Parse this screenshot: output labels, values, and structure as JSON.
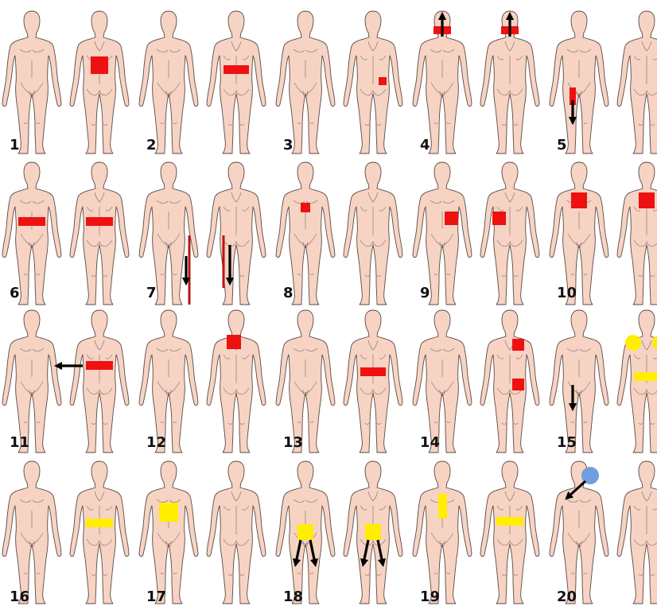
{
  "colors": {
    "skin": "#f6d3c3",
    "outline": "#5a4a45",
    "red": "#ee1111",
    "dark_red": "#b81414",
    "yellow": "#ffee00",
    "blue": "#6f9fe0",
    "arrow": "#000000"
  },
  "panels": [
    {
      "number": "1",
      "markers": [
        {
          "view": "back",
          "region": "mid-back",
          "shape": "square",
          "color": "red"
        }
      ]
    },
    {
      "number": "2",
      "markers": [
        {
          "view": "back",
          "region": "lower-back",
          "shape": "band",
          "color": "red"
        }
      ]
    },
    {
      "number": "3",
      "markers": [
        {
          "view": "back",
          "region": "right-buttock",
          "shape": "small-square",
          "color": "red"
        }
      ]
    },
    {
      "number": "4",
      "markers": [
        {
          "view": "front",
          "region": "neck",
          "shape": "band",
          "color": "red",
          "arrow": "up"
        },
        {
          "view": "back",
          "region": "neck",
          "shape": "band",
          "color": "red",
          "arrow": "up"
        }
      ]
    },
    {
      "number": "5",
      "markers": [
        {
          "view": "front",
          "region": "right-thigh",
          "shape": "strip",
          "color": "red",
          "arrow": "down"
        }
      ]
    },
    {
      "number": "6",
      "markers": [
        {
          "view": "front",
          "region": "waist",
          "shape": "band",
          "color": "red"
        },
        {
          "view": "back",
          "region": "lower-back",
          "shape": "band",
          "color": "red"
        }
      ]
    },
    {
      "number": "7",
      "markers": [
        {
          "view": "front",
          "region": "outer-leg",
          "shape": "line",
          "color": "dark_red",
          "arrow": "down"
        },
        {
          "view": "back",
          "region": "outer-leg",
          "shape": "line",
          "color": "dark_red",
          "arrow": "down"
        }
      ]
    },
    {
      "number": "8",
      "markers": [
        {
          "view": "front",
          "region": "upper-right-abdomen",
          "shape": "small-square",
          "color": "red"
        }
      ]
    },
    {
      "number": "9",
      "markers": [
        {
          "view": "front",
          "region": "left-abdomen",
          "shape": "square",
          "color": "red"
        },
        {
          "view": "back",
          "region": "right-flank",
          "shape": "square",
          "color": "red"
        }
      ]
    },
    {
      "number": "10",
      "markers": [
        {
          "view": "front",
          "region": "chest",
          "shape": "square",
          "color": "red"
        },
        {
          "view": "back",
          "region": "upper-back",
          "shape": "square",
          "color": "red"
        }
      ]
    },
    {
      "number": "11",
      "markers": [
        {
          "view": "back",
          "region": "lower-back",
          "shape": "band",
          "color": "red",
          "arrow": "left"
        }
      ]
    },
    {
      "number": "12",
      "markers": [
        {
          "view": "back",
          "region": "left-shoulder-blade",
          "shape": "square",
          "color": "red"
        }
      ]
    },
    {
      "number": "13",
      "markers": [
        {
          "view": "back",
          "region": "lower-back",
          "shape": "band",
          "color": "red"
        }
      ]
    },
    {
      "number": "14",
      "markers": [
        {
          "view": "back",
          "region": "right-shoulder-blade",
          "shape": "square",
          "color": "red"
        },
        {
          "view": "back",
          "region": "right-buttock",
          "shape": "square",
          "color": "red"
        }
      ]
    },
    {
      "number": "15",
      "markers": [
        {
          "view": "front",
          "region": "right-thigh",
          "shape": "arrow",
          "color": "arrow",
          "arrow": "down"
        },
        {
          "view": "back",
          "region": "shoulders",
          "shape": "circles",
          "color": "yellow"
        },
        {
          "view": "back",
          "region": "lower-back",
          "shape": "band",
          "color": "yellow"
        }
      ]
    },
    {
      "number": "16",
      "markers": [
        {
          "view": "back",
          "region": "lower-back",
          "shape": "band",
          "color": "yellow"
        }
      ]
    },
    {
      "number": "17",
      "markers": [
        {
          "view": "front",
          "region": "abdomen",
          "shape": "square",
          "color": "yellow"
        }
      ]
    },
    {
      "number": "18",
      "markers": [
        {
          "view": "front",
          "region": "groin",
          "shape": "square",
          "color": "yellow",
          "arrow": "down-both"
        },
        {
          "view": "back",
          "region": "buttocks",
          "shape": "square",
          "color": "yellow",
          "arrow": "down-both"
        }
      ]
    },
    {
      "number": "19",
      "markers": [
        {
          "view": "front",
          "region": "right-chest",
          "shape": "strip",
          "color": "yellow"
        },
        {
          "view": "back",
          "region": "lower-back",
          "shape": "band",
          "color": "yellow"
        }
      ]
    },
    {
      "number": "20",
      "markers": [
        {
          "view": "front",
          "region": "right-shoulder",
          "shape": "circle",
          "color": "blue",
          "arrow": "down-left"
        }
      ]
    }
  ]
}
